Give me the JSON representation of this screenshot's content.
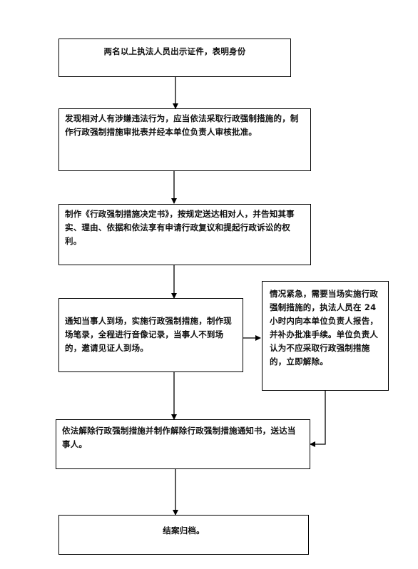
{
  "flowchart": {
    "steps": {
      "show_id": "两名以上执法人员出示证件，表明身份",
      "discover": "发现相对人有涉嫌违法行为，应当依法采取行政强制措施的，制作行政强制措施审批表并经本单位负责人审核批准。",
      "decision_doc": "制作《行政强制措施决定书》，按规定送达相对人，并告知其事实、理由、依据和依法享有申请行政复议和提起行政诉讼的权利。",
      "notify": "通知当事人到场，实施行政强制措施，制作现场笔录，全程进行音像记录，当事人不到场的，邀请见证人到场。",
      "emergency": "情况紧急，需要当场实施行政强制措施的，执法人员在 24 小时内向本单位负责人报告，并补办批准手续。单位负责人认为不应采取行政强制措施的，立即解除。",
      "release": "依法解除行政强制措施并制作解除行政强制措施通知书，送达当事人。",
      "close": "结案归档。"
    }
  }
}
